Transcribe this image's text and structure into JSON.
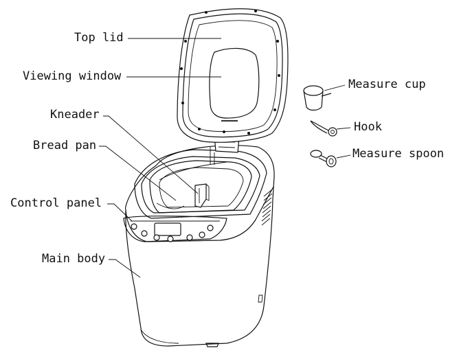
{
  "labels": {
    "top_lid": "Top lid",
    "viewing_window": "Viewing window",
    "kneader": "Kneader",
    "bread_pan": "Bread pan",
    "control_panel": "Control panel",
    "main_body": "Main body",
    "measure_cup": "Measure cup",
    "hook": "Hook",
    "measure_spoon": "Measure spoon"
  }
}
